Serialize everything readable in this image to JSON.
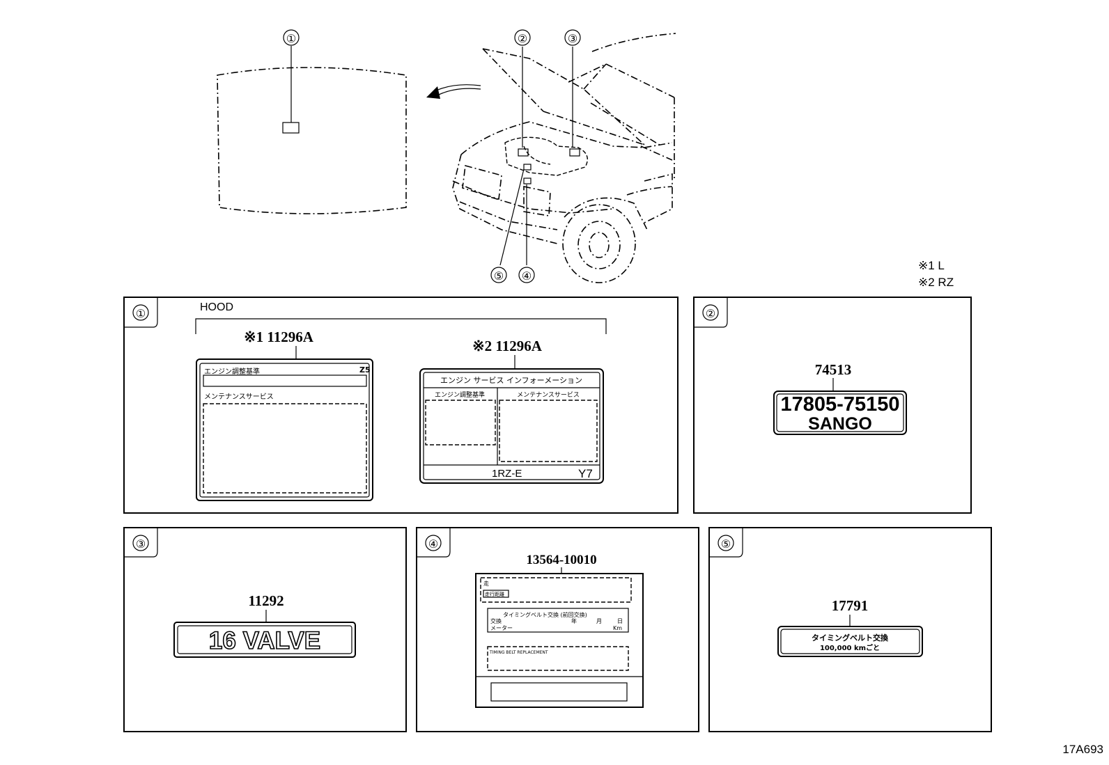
{
  "callouts": [
    "①",
    "②",
    "③",
    "④",
    "⑤"
  ],
  "notes": {
    "note1": "※1 L",
    "note2": "※2 RZ"
  },
  "diagram_id": "17A693",
  "panel1": {
    "header": "HOOD",
    "label_a": {
      "part": "※1 11296A",
      "title": "エンジン調整基準",
      "code": "Z5",
      "section": "メンテナンスサービス"
    },
    "label_b": {
      "part": "※2 11296A",
      "title": "エンジン サービス インフォーメーション",
      "left_col": "エンジン調整基準",
      "right_col": "メンテナンスサービス",
      "engine": "1RZ-E",
      "code": "Y7"
    }
  },
  "panel2": {
    "part": "74513",
    "line1": "17805-75150",
    "line2": "SANGO"
  },
  "panel3": {
    "part": "11292",
    "text": "16 VALVE"
  },
  "panel4": {
    "part": "13564-10010",
    "r1a": "走",
    "r1b": "走行距離",
    "r2": "タイミングベルト交換 (前回交換)",
    "r3a": "交換",
    "r3b": "年",
    "r3c": "月",
    "r3d": "日",
    "r4a": "メーター",
    "r4b": "Km",
    "r5": "TIMING BELT REPLACEMENT"
  },
  "panel5": {
    "part": "17791",
    "line1": "タイミングベルト交換",
    "line2": "100,000 kmごと"
  }
}
